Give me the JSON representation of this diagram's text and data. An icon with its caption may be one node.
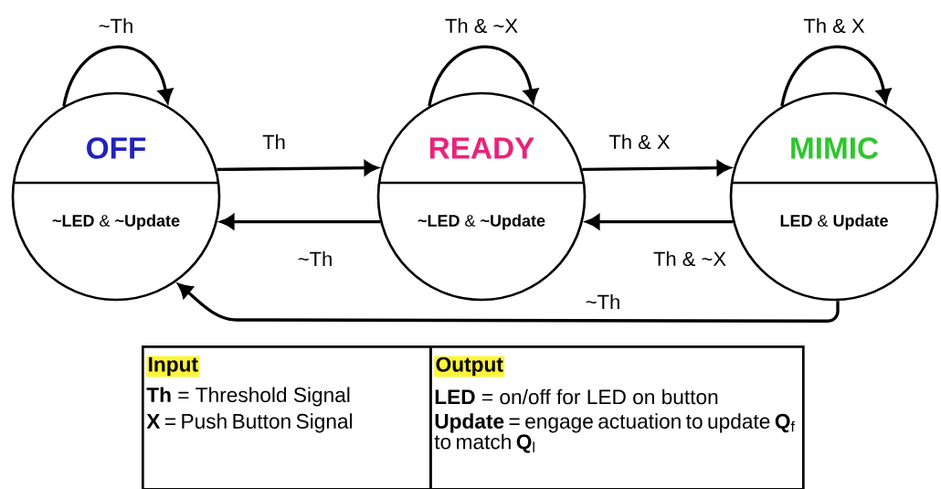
{
  "diagram": {
    "nodes": [
      {
        "text": [
          "OFF",
          "**~LED** & **~Update**"
        ]
      },
      {
        "text": [
          "READY",
          "**~LED** & **~Update**"
        ]
      },
      {
        "text": [
          "MIMIC",
          "**LED** & **Update**"
        ]
      },
      {
        "text": [
          "Input",
          "**Th** = Threshold Signal",
          "**X** = Push Button Signal"
        ]
      },
      {
        "text": [
          "Output",
          "**LED** = on/off for LED on button",
          "**Update** = engage actuation to update **Q**$_{f}$ to match **Q**$_{l}$"
        ]
      }
    ],
    "edges": [
      {
        "from": 0,
        "to": 0,
        "arrow": "to",
        "label": "~Th"
      },
      {
        "from": 1,
        "to": 1,
        "arrow": "to",
        "label": "Th & ~X"
      },
      {
        "from": 2,
        "to": 2,
        "arrow": "to",
        "label": "Th & X"
      },
      {
        "from": 0,
        "to": 1,
        "arrow": "to",
        "label": "Th"
      },
      {
        "from": 1,
        "to": 2,
        "arrow": "to",
        "label": "Th & X"
      },
      {
        "from": 2,
        "to": 1,
        "arrow": "to",
        "label": "Th & ~X"
      },
      {
        "from": 1,
        "to": 0,
        "arrow": "to",
        "label": "~Th"
      },
      {
        "from": 2,
        "to": 0,
        "arrow": "to",
        "label": "~Th"
      }
    ]
  }
}
